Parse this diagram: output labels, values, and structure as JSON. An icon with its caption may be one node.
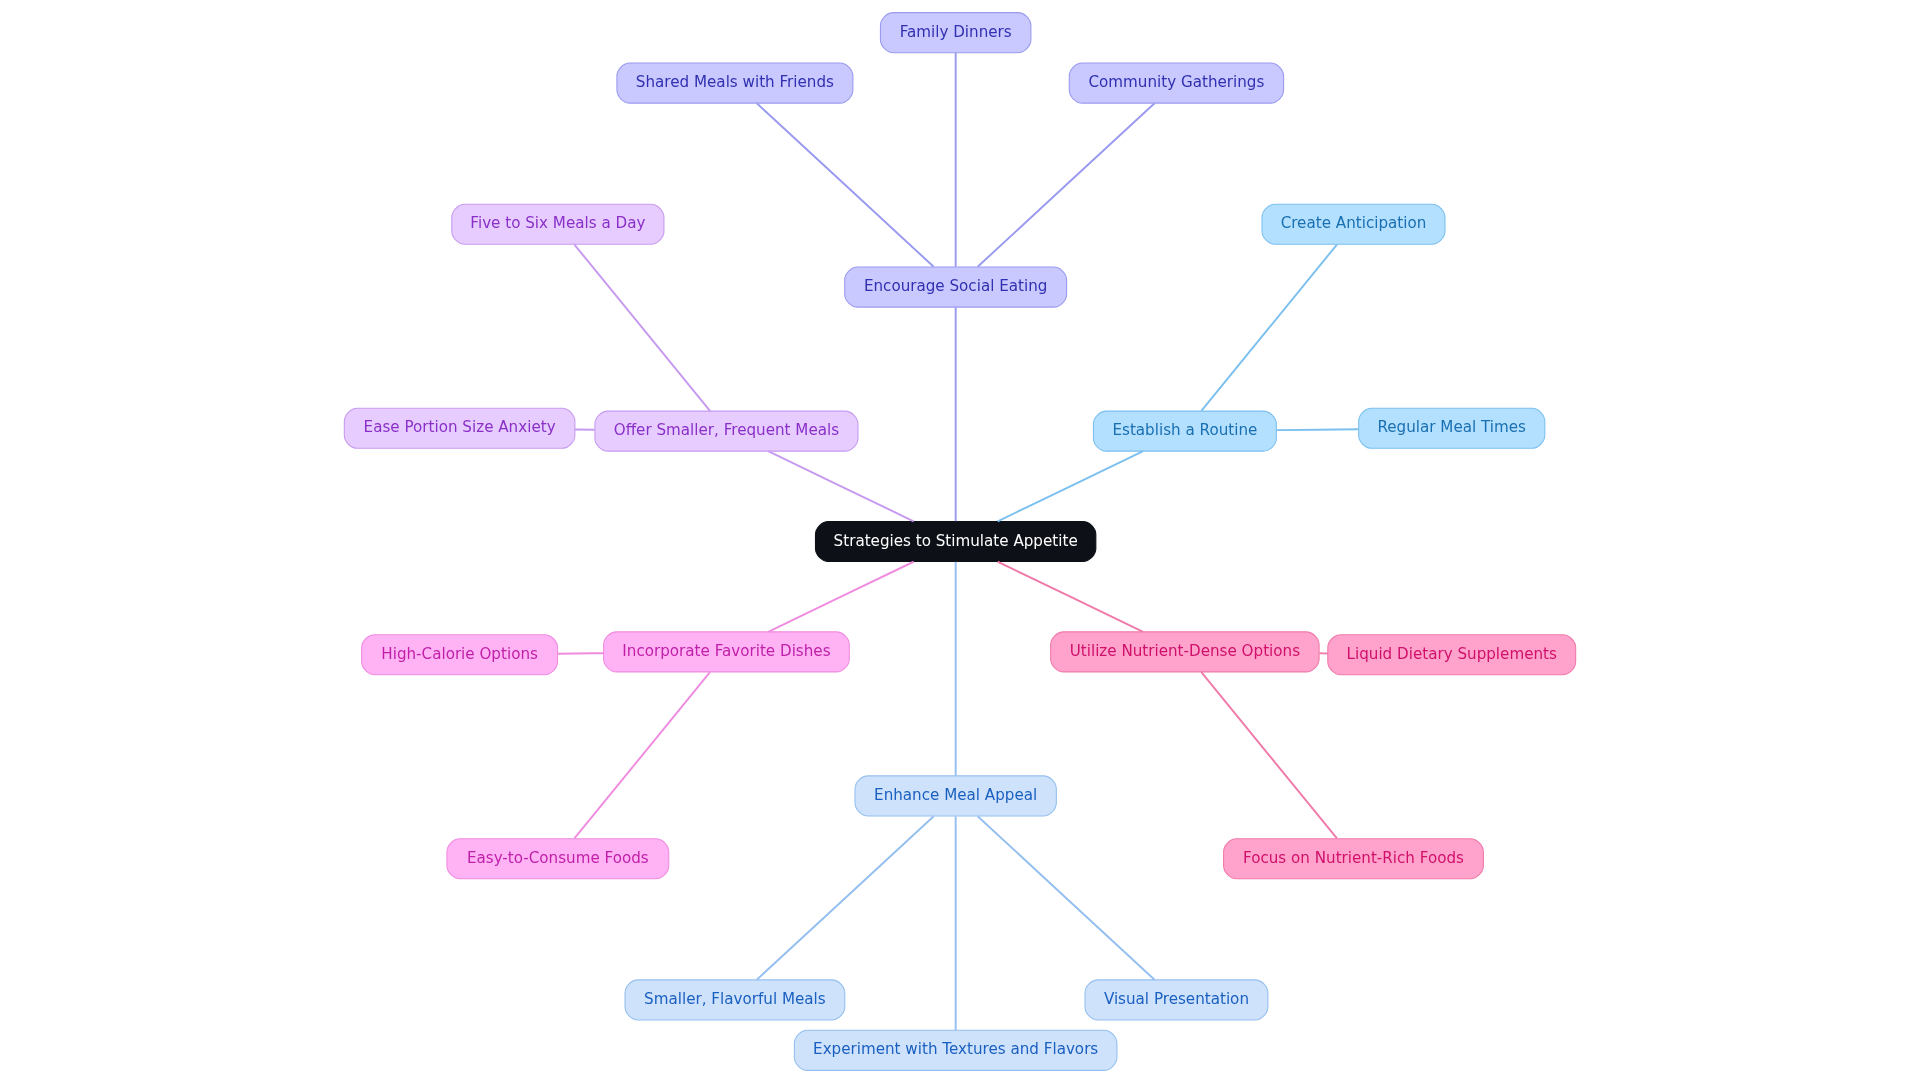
{
  "diagram": {
    "nodes": [
      {
        "text": [
          "Strategies to Stimulate Appetite"
        ]
      },
      {
        "text": [
          "Establish a Routine"
        ]
      },
      {
        "text": [
          "Regular Meal Times"
        ]
      },
      {
        "text": [
          "Create Anticipation"
        ]
      },
      {
        "text": [
          "Encourage Social Eating"
        ]
      },
      {
        "text": [
          "Community Gatherings"
        ]
      },
      {
        "text": [
          "Family Dinners"
        ]
      },
      {
        "text": [
          "Shared Meals with Friends"
        ]
      },
      {
        "text": [
          "Offer Smaller, Frequent Meals"
        ]
      },
      {
        "text": [
          "Five to Six Meals a Day"
        ]
      },
      {
        "text": [
          "Ease Portion Size Anxiety"
        ]
      },
      {
        "text": [
          "Incorporate Favorite Dishes"
        ]
      },
      {
        "text": [
          "High-Calorie Options"
        ]
      },
      {
        "text": [
          "Easy-to-Consume Foods"
        ]
      },
      {
        "text": [
          "Enhance Meal Appeal"
        ]
      },
      {
        "text": [
          "Smaller, Flavorful Meals"
        ]
      },
      {
        "text": [
          "Experiment with Textures and Flavors"
        ]
      },
      {
        "text": [
          "Visual Presentation"
        ]
      },
      {
        "text": [
          "Utilize Nutrient-Dense Options"
        ]
      },
      {
        "text": [
          "Focus on Nutrient-Rich Foods"
        ]
      },
      {
        "text": [
          "Liquid Dietary Supplements"
        ]
      }
    ],
    "edges": [
      {
        "from": 0,
        "to": 1,
        "arrow": "none",
        "color": "#7cc0f0"
      },
      {
        "from": 1,
        "to": 2,
        "arrow": "none",
        "color": "#7cc0f0"
      },
      {
        "from": 1,
        "to": 3,
        "arrow": "none",
        "color": "#7cc0f0"
      },
      {
        "from": 0,
        "to": 4,
        "arrow": "none",
        "color": "#9a9af0"
      },
      {
        "from": 4,
        "to": 5,
        "arrow": "none",
        "color": "#9a9af0"
      },
      {
        "from": 4,
        "to": 6,
        "arrow": "none",
        "color": "#9a9af0"
      },
      {
        "from": 4,
        "to": 7,
        "arrow": "none",
        "color": "#9a9af0"
      },
      {
        "from": 0,
        "to": 8,
        "arrow": "none",
        "color": "#c79af0"
      },
      {
        "from": 8,
        "to": 9,
        "arrow": "none",
        "color": "#c79af0"
      },
      {
        "from": 8,
        "to": 10,
        "arrow": "none",
        "color": "#c79af0"
      },
      {
        "from": 0,
        "to": 11,
        "arrow": "none",
        "color": "#f08ce0"
      },
      {
        "from": 11,
        "to": 12,
        "arrow": "none",
        "color": "#f08ce0"
      },
      {
        "from": 11,
        "to": 13,
        "arrow": "none",
        "color": "#f08ce0"
      },
      {
        "from": 0,
        "to": 14,
        "arrow": "none",
        "color": "#94bff0"
      },
      {
        "from": 14,
        "to": 15,
        "arrow": "none",
        "color": "#94bff0"
      },
      {
        "from": 14,
        "to": 16,
        "arrow": "none",
        "color": "#94bff0"
      },
      {
        "from": 14,
        "to": 17,
        "arrow": "none",
        "color": "#94bff0"
      },
      {
        "from": 0,
        "to": 18,
        "arrow": "none",
        "color": "#f07aaa"
      },
      {
        "from": 18,
        "to": 19,
        "arrow": "none",
        "color": "#f07aaa"
      },
      {
        "from": 18,
        "to": 20,
        "arrow": "none",
        "color": "#f07aaa"
      }
    ]
  }
}
